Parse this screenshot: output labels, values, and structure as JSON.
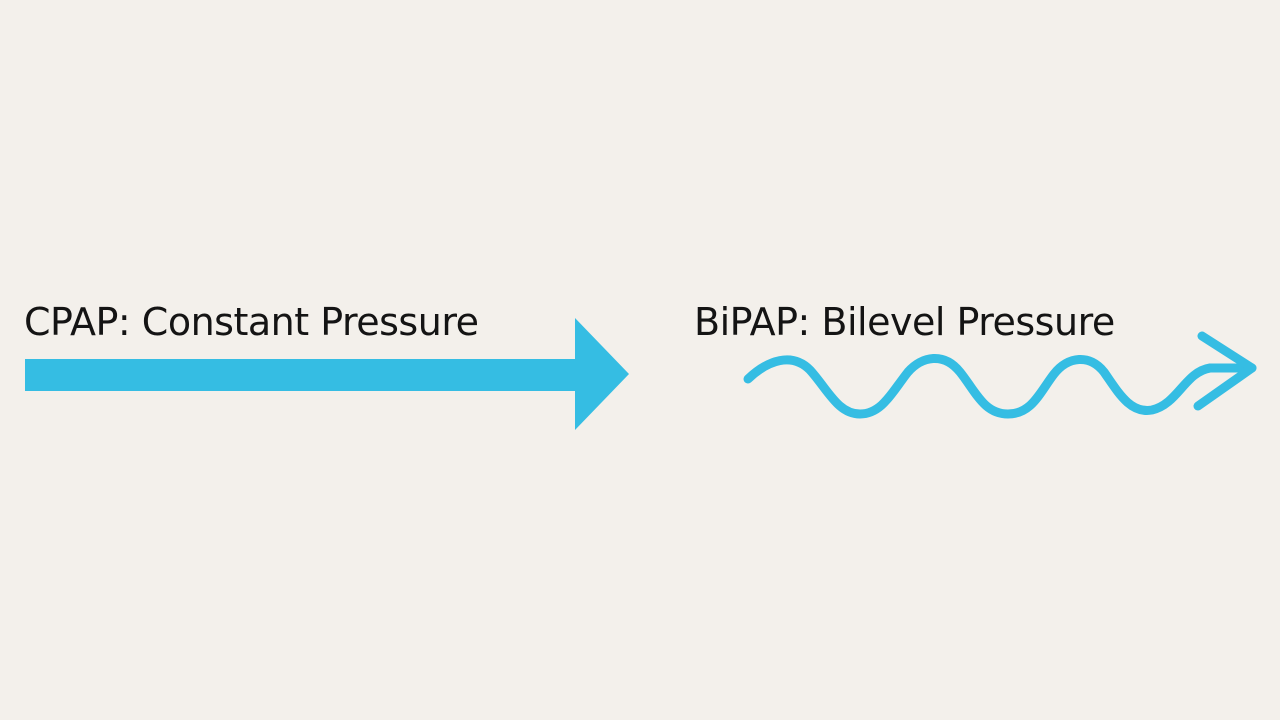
{
  "diagram": {
    "background_color": "#f3f0eb",
    "arrow_color": "#35bde3",
    "text_color": "#141414",
    "cpap": {
      "label": "CPAP: Constant Pressure",
      "arrow_style": "straight",
      "icon": "straight-arrow-icon"
    },
    "bipap": {
      "label": "BiPAP: Bilevel Pressure",
      "arrow_style": "wavy",
      "icon": "wavy-arrow-icon"
    }
  }
}
